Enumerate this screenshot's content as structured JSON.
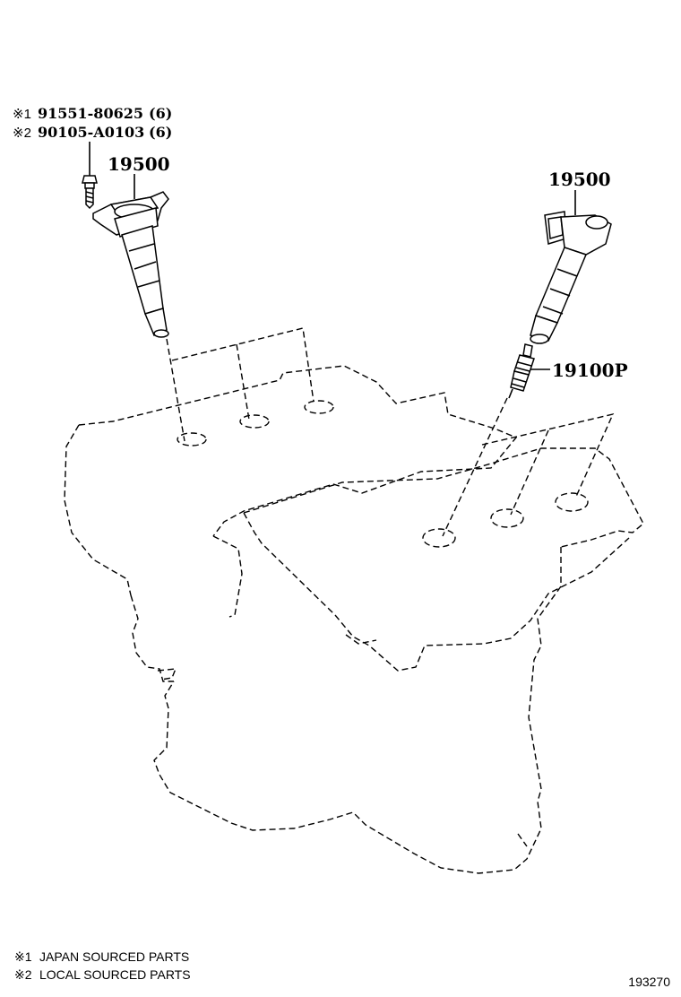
{
  "diagram": {
    "fastener_notes": [
      {
        "marker": "※1",
        "number": "91551-80625",
        "qty": "(6)"
      },
      {
        "marker": "※2",
        "number": "90105-A0103",
        "qty": "(6)"
      }
    ],
    "parts": {
      "coil_left": "19500",
      "coil_right": "19500",
      "spark_plug": "19100P"
    },
    "legend": [
      {
        "marker": "※1",
        "text": "JAPAN SOURCED PARTS"
      },
      {
        "marker": "※2",
        "text": "LOCAL SOURCED PARTS"
      }
    ],
    "illustration_number": "193270"
  }
}
